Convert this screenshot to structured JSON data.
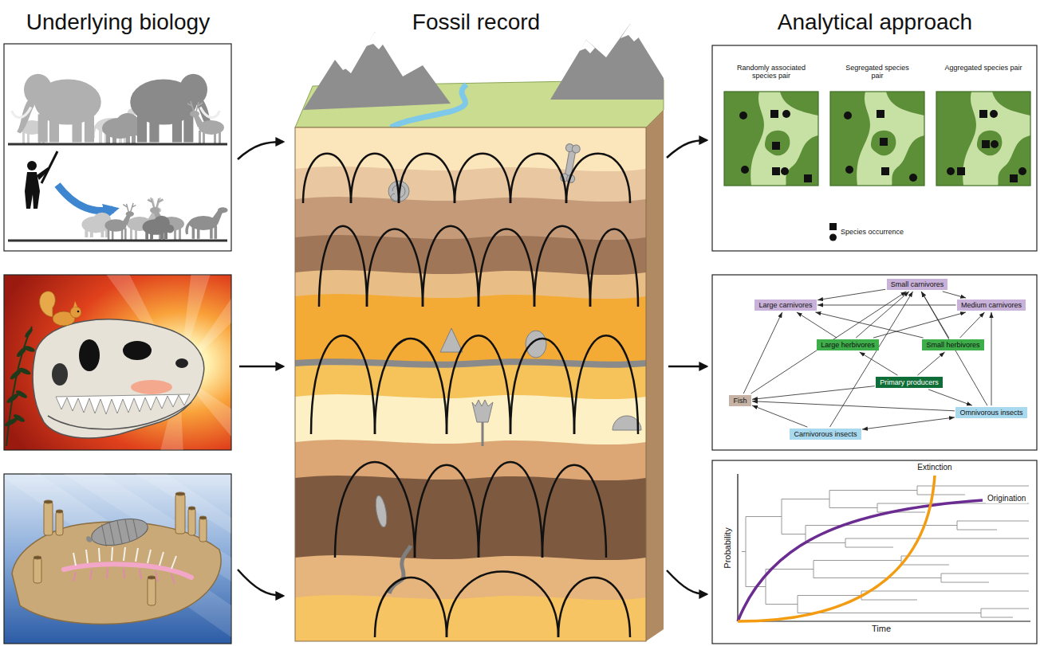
{
  "diagram": {
    "nodes": [
      {
        "text": [
          "Small carnivores"
        ]
      },
      {
        "text": [
          "Large carnivores"
        ]
      },
      {
        "text": [
          "Medium carnivores"
        ]
      },
      {
        "text": [
          "Large herbivores"
        ]
      },
      {
        "text": [
          "Small herbivores"
        ]
      },
      {
        "text": [
          "Fish"
        ]
      },
      {
        "text": [
          "Primary producers"
        ]
      },
      {
        "text": [
          "Omnivorous insects"
        ]
      },
      {
        "text": [
          "Carnivorous insects"
        ]
      }
    ],
    "edges": [
      {
        "from": 0,
        "to": 1,
        "arrow": "to"
      },
      {
        "from": 0,
        "to": 2,
        "arrow": "to"
      },
      {
        "from": 2,
        "to": 1,
        "arrow": "to"
      },
      {
        "from": 3,
        "to": 1,
        "arrow": "to"
      },
      {
        "from": 3,
        "to": 0,
        "arrow": "to"
      },
      {
        "from": 3,
        "to": 2,
        "arrow": "to"
      },
      {
        "from": 4,
        "to": 1,
        "arrow": "to"
      },
      {
        "from": 4,
        "to": 0,
        "arrow": "to"
      },
      {
        "from": 4,
        "to": 2,
        "arrow": "to"
      },
      {
        "from": 6,
        "to": 3,
        "arrow": "to"
      },
      {
        "from": 6,
        "to": 4,
        "arrow": "to"
      },
      {
        "from": 6,
        "to": 5,
        "arrow": "to"
      },
      {
        "from": 6,
        "to": 7,
        "arrow": "to"
      },
      {
        "from": 5,
        "to": 1,
        "arrow": "to"
      },
      {
        "from": 5,
        "to": 0,
        "arrow": "to"
      },
      {
        "from": 7,
        "to": 0,
        "arrow": "to"
      },
      {
        "from": 7,
        "to": 2,
        "arrow": "to"
      },
      {
        "from": 7,
        "to": 5,
        "arrow": "to"
      },
      {
        "from": 8,
        "to": 7,
        "arrow": "both"
      },
      {
        "from": 8,
        "to": 5,
        "arrow": "to"
      },
      {
        "from": 8,
        "to": 0,
        "arrow": "to"
      }
    ],
    "labels": [
      "Underlying biology",
      "Fossil record",
      "Analytical approach",
      "Randomly associated species pair",
      "Segregated species pair",
      "Aggregated species pair",
      "Probability",
      "Time",
      "Extinction",
      "Origination"
    ],
    "legend": [
      {
        "text": "Species occurrence"
      }
    ]
  }
}
